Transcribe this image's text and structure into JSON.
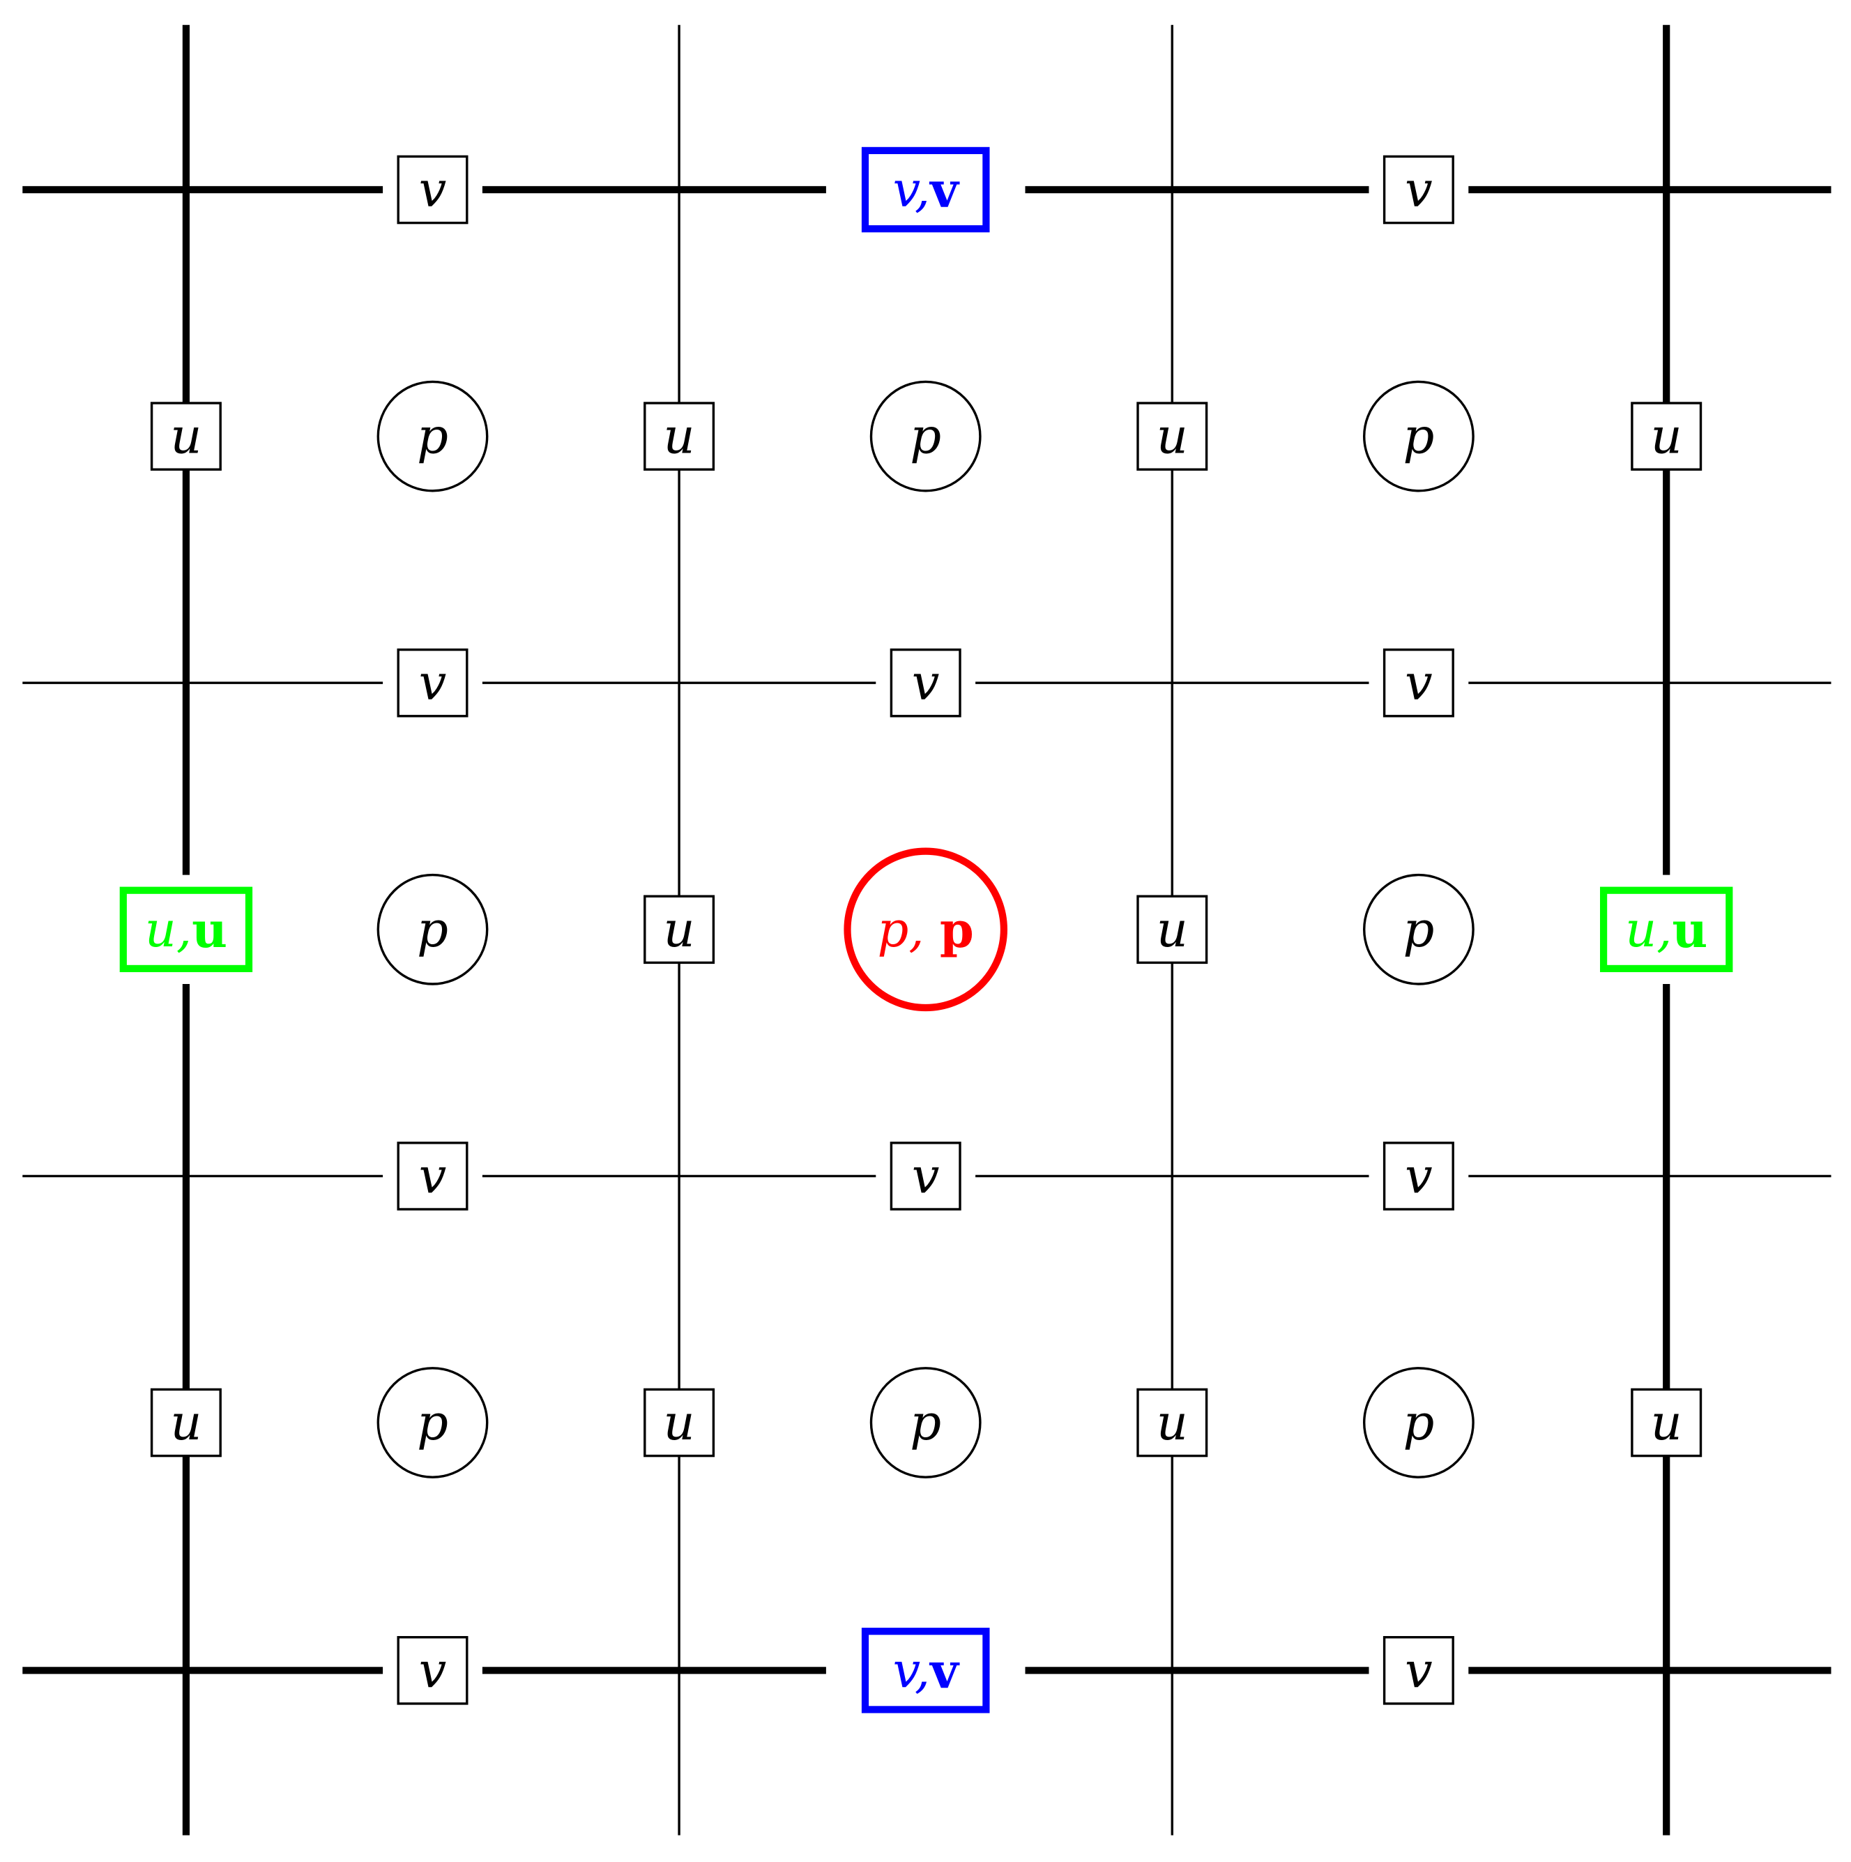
{
  "labels": {
    "u": "u",
    "v": "v",
    "p": "p",
    "sep": ",",
    "u_bold": "u",
    "v_bold": "v",
    "p_bold": "p"
  },
  "colors": {
    "line": "#000000",
    "background": "#ffffff",
    "u_highlight": "#00ff00",
    "v_highlight": "#0000ff",
    "p_highlight": "#ff0000"
  }
}
